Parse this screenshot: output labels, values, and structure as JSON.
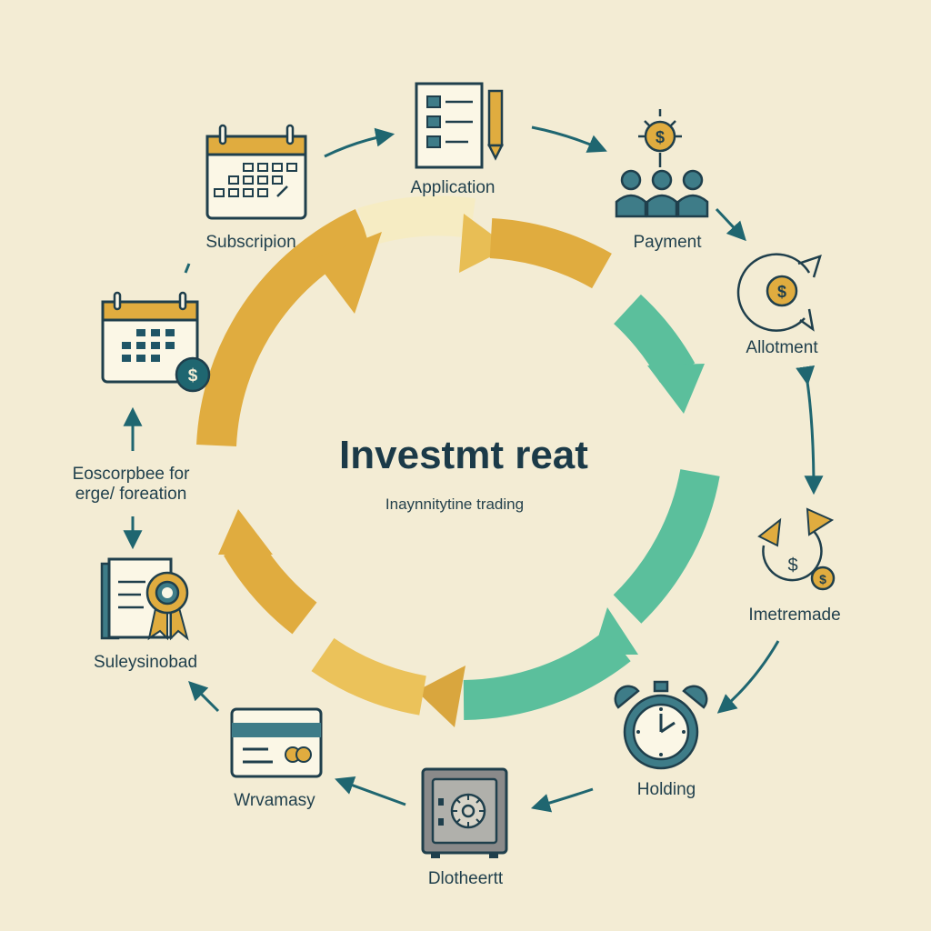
{
  "title": "Investmt reat",
  "subtitle": "Inaynnitytine trading",
  "stages": {
    "application": "Application",
    "payment": "Payment",
    "allotment": "Allotment",
    "imetremade": "Imetremade",
    "holding": "Holding",
    "dlotheertt": "Dlotheertt",
    "wrvamasy": "Wrvamasy",
    "suleysinobad": "Suleysinobad",
    "eoscorpbee_line1": "Eoscorpbee for",
    "eoscorpbee_line2": "erge/ foreation",
    "subscription": "Subscripion"
  },
  "icons": {
    "application": "checklist-document-with-pencil-icon",
    "payment": "coin-above-people-group-icon",
    "allotment": "coin-with-arrow-icon",
    "imetremade": "coins-exchange-arrows-icon",
    "holding": "alarm-clock-icon",
    "dlotheertt": "safe-vault-icon",
    "wrvamasy": "credit-card-icon",
    "suleysinobad": "certificate-ribbon-icon",
    "calendar_dollar": "calendar-with-dollar-icon",
    "subscription": "calendar-icon",
    "currency_symbol": "$"
  },
  "colors": {
    "background": "#f3ecd4",
    "gold": "#e0ac3f",
    "teal": "#5bbf9c",
    "navy": "#1f5566",
    "arrow": "#1f6670",
    "card_fill": "#fbf7e6"
  }
}
